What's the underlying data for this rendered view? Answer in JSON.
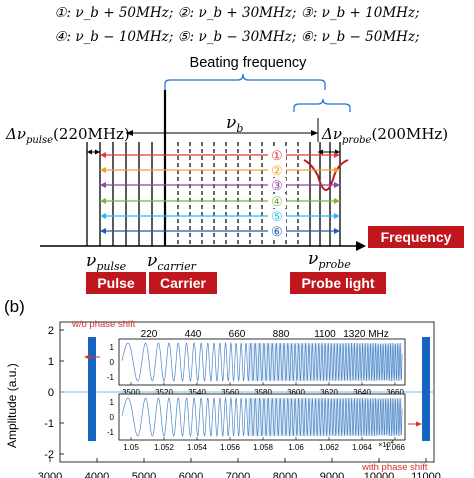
{
  "formulas": {
    "line1": "①: ν_b + 50MHz;  ②: ν_b + 30MHz;  ③: ν_b + 10MHz;",
    "line2": "④: ν_b − 10MHz;  ⑤: ν_b − 30MHz;  ⑥: ν_b − 50MHz;"
  },
  "top": {
    "beating_label": "Beating frequency",
    "nu_b": "ν",
    "nu_b_sub": "b",
    "dnu_pulse_main": "Δν",
    "dnu_pulse_sub": "pulse",
    "dnu_pulse_val": "(220MHz)",
    "dnu_probe_main": "Δν",
    "dnu_probe_sub": "probe",
    "dnu_probe_val": "(200MHz)",
    "arrow_labels": [
      "①",
      "②",
      "③",
      "④",
      "⑤",
      "⑥"
    ],
    "arrow_colors": [
      "#e53935",
      "#f0a030",
      "#8e44ad",
      "#7cb342",
      "#29b6f6",
      "#1e5ea8"
    ],
    "nu_pulse_main": "ν",
    "nu_pulse_sub": "pulse",
    "nu_carrier_main": "ν",
    "nu_carrier_sub": "carrier",
    "nu_probe_main": "ν",
    "nu_probe_sub": "probe",
    "frequency_box": "Frequency",
    "pulse_box": "Pulse",
    "carrier_box": "Carrier",
    "probe_box": "Probe light",
    "box_color": "#c0171e"
  },
  "bottom": {
    "panel_label": "(b)",
    "ylabel": "Amplitude (a.u.)",
    "y_ticks": [
      "2",
      "1",
      "0",
      "-1",
      "-2"
    ],
    "wo_phase_shift": "w/o phase shift",
    "with_phase_shift": "with phase shift",
    "freq_ticks": [
      "220",
      "440",
      "660",
      "880",
      "1100",
      "1320 MHz"
    ],
    "inset1_x_ticks": [
      "3500",
      "3520",
      "3540",
      "3560",
      "3580",
      "3600",
      "3620",
      "3640",
      "3660"
    ],
    "inset1_y_ticks": [
      "1",
      "0",
      "-1"
    ],
    "inset2_x_ticks": [
      "1.05",
      "1.052",
      "1.054",
      "1.056",
      "1.058",
      "1.06",
      "1.062",
      "1.064",
      "1.066"
    ],
    "inset2_y_ticks": [
      "1",
      "0",
      "-1"
    ],
    "inset2_exp": "×10",
    "inset2_exp_pow": "4",
    "main_x_ticks": [
      "3000",
      "4000",
      "5000",
      "6000",
      "7000",
      "8000",
      "9000",
      "10000",
      "11000"
    ],
    "bar_color": "#1565c0",
    "red_color": "#d32f2f"
  }
}
